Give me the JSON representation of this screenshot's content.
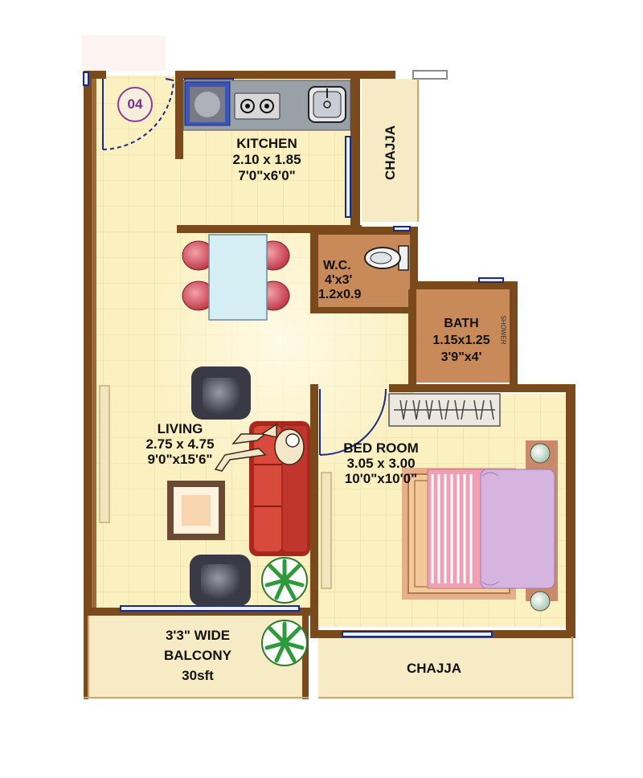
{
  "unit": {
    "number": "04"
  },
  "rooms": {
    "kitchen": {
      "name": "KITCHEN",
      "metric": "2.10 x 1.85",
      "imperial": "7'0\"x6'0\""
    },
    "wc": {
      "name": "W.C.",
      "imperial": "4'x3'",
      "metric": "1.2x0.9"
    },
    "bath": {
      "name": "BATH",
      "metric": "1.15x1.25",
      "imperial": "3'9\"x4'",
      "fixture": "SHOWER"
    },
    "living": {
      "name": "LIVING",
      "metric": "2.75 x 4.75",
      "imperial": "9'0\"x15'6\""
    },
    "bedroom": {
      "name": "BED ROOM",
      "metric": "3.05 x 3.00",
      "imperial": "10'0\"x10'0\""
    },
    "balcony": {
      "line1": "3'3\" WIDE",
      "line2": "BALCONY",
      "area": "30sft"
    },
    "chajja_side": {
      "name": "CHAJJA"
    },
    "chajja_bottom": {
      "name": "CHAJJA"
    }
  },
  "colors": {
    "wall": "#7a4a1c",
    "floor": "#fbf0c0",
    "outdoor": "#f6ebc4",
    "wet_area": "#c98a5a",
    "window": "#1a2a8a",
    "sofa": "#c0362c",
    "bed_cover": "#d5b5e0",
    "chair": "#d65a6a",
    "badge": "#8a3c9a"
  }
}
